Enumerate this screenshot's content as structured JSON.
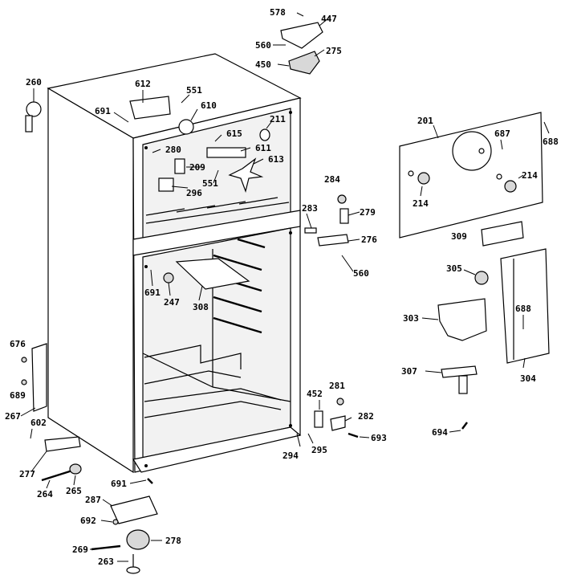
{
  "diagram": {
    "callouts": [
      "578",
      "447",
      "560",
      "450",
      "275",
      "260",
      "612",
      "551",
      "691",
      "610",
      "211",
      "615",
      "611",
      "613",
      "280",
      "209",
      "296",
      "551",
      "201",
      "687",
      "688",
      "214",
      "214",
      "284",
      "283",
      "279",
      "276",
      "560",
      "309",
      "305",
      "691",
      "247",
      "308",
      "303",
      "688",
      "304",
      "307",
      "676",
      "689",
      "267",
      "602",
      "281",
      "452",
      "282",
      "693",
      "294",
      "295",
      "694",
      "277",
      "264",
      "265",
      "691",
      "287",
      "692",
      "278",
      "269",
      "263"
    ]
  }
}
